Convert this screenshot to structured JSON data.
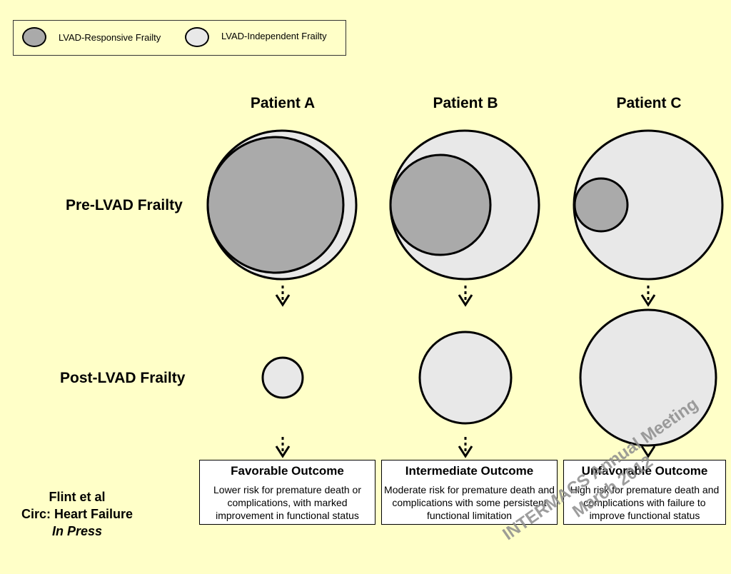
{
  "legend": {
    "items": [
      {
        "label": "LVAD-Responsive Frailty",
        "color": "#aaaaaa"
      },
      {
        "label": "LVAD-Independent Frailty",
        "color": "#e8e8e8"
      }
    ]
  },
  "columns": [
    "Patient A",
    "Patient B",
    "Patient C"
  ],
  "rows": {
    "pre": "Pre-LVAD Frailty",
    "post": "Post-LVAD Frailty"
  },
  "outcomes": [
    {
      "title": "Favorable Outcome",
      "description": "Lower risk for premature death or complications, with marked improvement in functional status"
    },
    {
      "title": "Intermediate Outcome",
      "description": "Moderate risk for premature death and complications with some persistent functional limitation"
    },
    {
      "title": "Unfavorable Outcome",
      "description": "High risk for premature death and complications with failure to improve functional status"
    }
  ],
  "citation": {
    "line1": "Flint et al",
    "line2": "Circ: Heart Failure",
    "line3": "In Press"
  },
  "watermark": {
    "line1": "INTERMACS Annual Meeting",
    "line2": "March 2012"
  },
  "colors": {
    "background": "#ffffc8",
    "responsive": "#aaaaaa",
    "independent": "#e8e8e8"
  }
}
